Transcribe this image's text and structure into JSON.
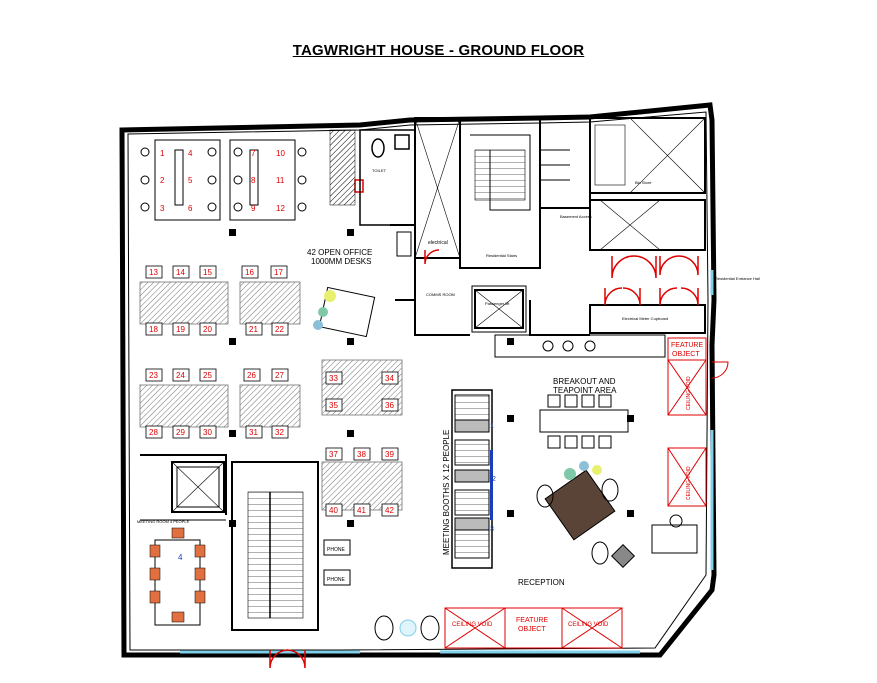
{
  "title": "TAGWRIGHT HOUSE - GROUND FLOOR",
  "labels": {
    "open_office": "42 OPEN OFFICE",
    "desk_size": "1000MM DESKS",
    "electrical": "electrical",
    "comms_room": "COMMS ROOM",
    "toilet": "TOILET",
    "residential_stairs": "Residential Stairs",
    "passenger_lift": "Passenger lift",
    "bin_store": "Bin Store",
    "basement_access": "Basement Access",
    "electrical_meter_cupboard": "Electrical Meter Cupboard",
    "residential_entrance_hall": "Residential Entrance Hall",
    "breakout_line1": "BREAKOUT AND",
    "breakout_line2": "TEAPOINT AREA",
    "meeting_booths": "MEETING BOOTHS X 12 PEOPLE",
    "reception": "RECEPTION",
    "feature_object": "FEATURE OBJECT",
    "ceiling_void": "CEILING VOID",
    "meeting_room": "MEETING ROOM 4 PEOPLE",
    "phone": "PHONE"
  },
  "desk_numbers": [
    "1",
    "2",
    "3",
    "4",
    "5",
    "6",
    "7",
    "8",
    "9",
    "10",
    "11",
    "12",
    "13",
    "14",
    "15",
    "16",
    "17",
    "18",
    "19",
    "20",
    "21",
    "22",
    "23",
    "24",
    "25",
    "26",
    "27",
    "28",
    "29",
    "30",
    "31",
    "32",
    "33",
    "34",
    "35",
    "36",
    "37",
    "38",
    "39",
    "40",
    "41",
    "42"
  ],
  "booth_numbers": [
    "1",
    "2",
    "3"
  ],
  "meeting_room_number": "4",
  "colors": {
    "wall": "#000000",
    "desk_number": "#d00000",
    "door": "#d00000",
    "glazing": "#7fd0e8",
    "ceiling_void": "#d00000",
    "reception_desk": "#5a4438"
  }
}
